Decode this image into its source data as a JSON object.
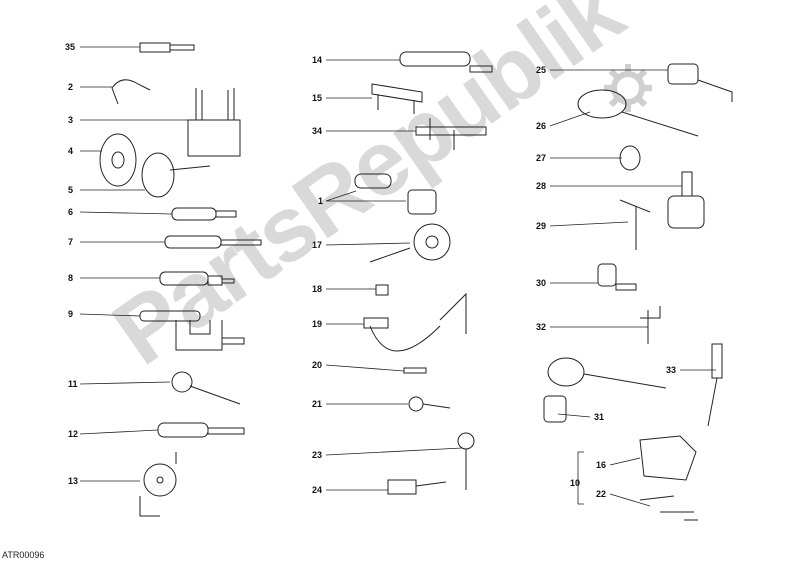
{
  "diagram": {
    "code": "ATR00096",
    "watermark": "PartsRepublik"
  },
  "labels": [
    "35",
    "2",
    "3",
    "4",
    "5",
    "6",
    "7",
    "8",
    "9",
    "11",
    "12",
    "13",
    "14",
    "15",
    "34",
    "1",
    "17",
    "18",
    "19",
    "20",
    "21",
    "23",
    "24",
    "25",
    "26",
    "27",
    "28",
    "29",
    "30",
    "32",
    "33",
    "31",
    "16",
    "10",
    "22"
  ]
}
